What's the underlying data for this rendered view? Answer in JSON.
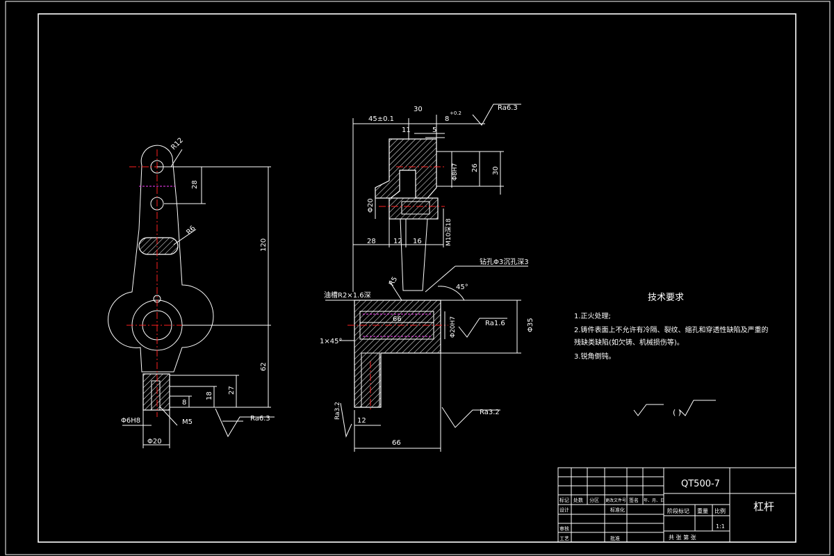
{
  "colors": {
    "background": "#000000",
    "line": "#ffffff",
    "centerline": "#ff2020",
    "hidden": "#ff40ff"
  },
  "front_view": {
    "r12": "R12",
    "d28": "28",
    "d120": "120",
    "r6": "R6",
    "d62": "62",
    "d27": "27",
    "d18": "18",
    "d8": "8",
    "m5": "M5",
    "phi6h8": "Φ6H8",
    "phi20": "Φ20",
    "ra63": "Ra6.3"
  },
  "side_view": {
    "d45": "45±0.1",
    "d30_top": "30",
    "d8": "8",
    "tol": "+0.2",
    "d11": "11",
    "d5": "5",
    "ra63": "Ra6.3",
    "phi8h7": "Φ8H7",
    "d26": "26",
    "d30_right": "30",
    "phi20": "Φ20",
    "m10": "M10深18",
    "d28": "28",
    "d12_a": "12",
    "d16": "16",
    "drill": "钻孔Φ3沉孔深3",
    "r5": "R5",
    "a45": "45°",
    "groove": "油槽R2×1.6深",
    "d66_inner": "66",
    "phi20h7": "Φ20H7",
    "ra16": "Ra1.6",
    "phi35": "Φ35",
    "chamfer": "1×45°",
    "ra32_left": "Ra3.2",
    "d12_b": "12",
    "d66_bottom": "66",
    "ra32_right": "Ra3.2"
  },
  "tech_req": {
    "title": "技术要求",
    "items": [
      "1.正火处理;",
      "2.铸件表面上不允许有冷隔、裂纹、缩孔和穿透性缺陷及严重的",
      "残缺类缺陷(如欠铸、机械损伤等)。",
      "3.锐角倒钝。"
    ],
    "note": "(    )"
  },
  "title_block": {
    "material": "QT500-7",
    "name": "杠杆",
    "scale": "1:1",
    "row_labels": {
      "mark": "标记",
      "count": "处数",
      "zone": "分区",
      "docno": "更改文件号",
      "sign": "签名",
      "date": "年、月、日"
    },
    "design": "设计",
    "standard": "标准化",
    "check": "审核",
    "process": "工艺",
    "approve": "批准",
    "stage": "阶段标记",
    "weight": "重量",
    "ratio": "比例",
    "sheets": "共    张 第    张"
  }
}
